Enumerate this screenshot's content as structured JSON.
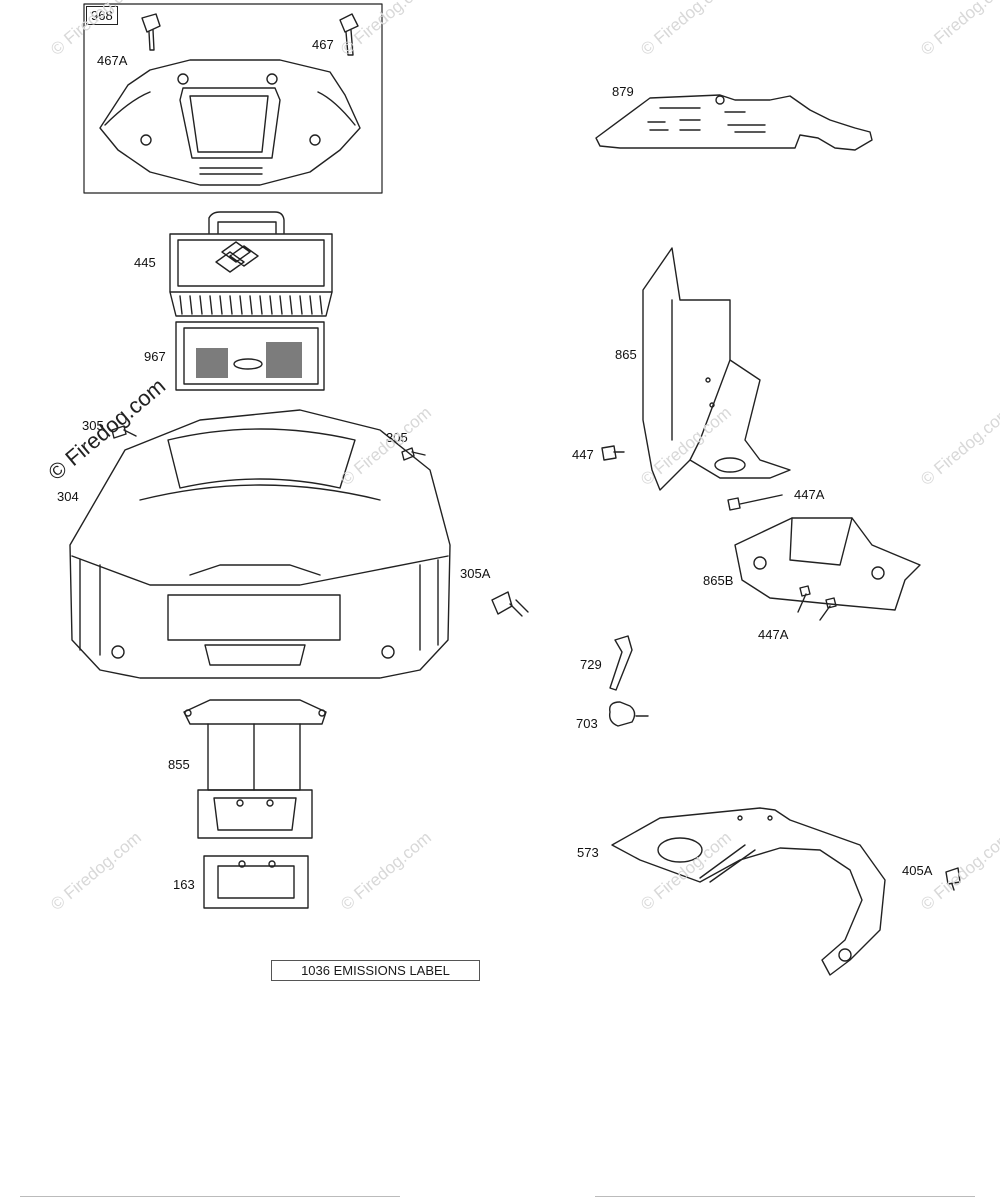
{
  "callouts": {
    "c968": "968",
    "c467a": "467A",
    "c467": "467",
    "c879": "879",
    "c445": "445",
    "c967": "967",
    "c865": "865",
    "c305_left": "305",
    "c305_right": "305",
    "c304": "304",
    "c447": "447",
    "c447a_top": "447A",
    "c305a": "305A",
    "c865b": "865B",
    "c447a_bottom": "447A",
    "c729": "729",
    "c703": "703",
    "c855": "855",
    "c573": "573",
    "c405a": "405A",
    "c163": "163"
  },
  "emissions_label": "1036 EMISSIONS LABEL",
  "watermark": {
    "text": "© Firedog.com",
    "prominent_text": "© Firedog.com"
  },
  "colors": {
    "line": "#222222",
    "watermark": "#d8d8d8"
  }
}
